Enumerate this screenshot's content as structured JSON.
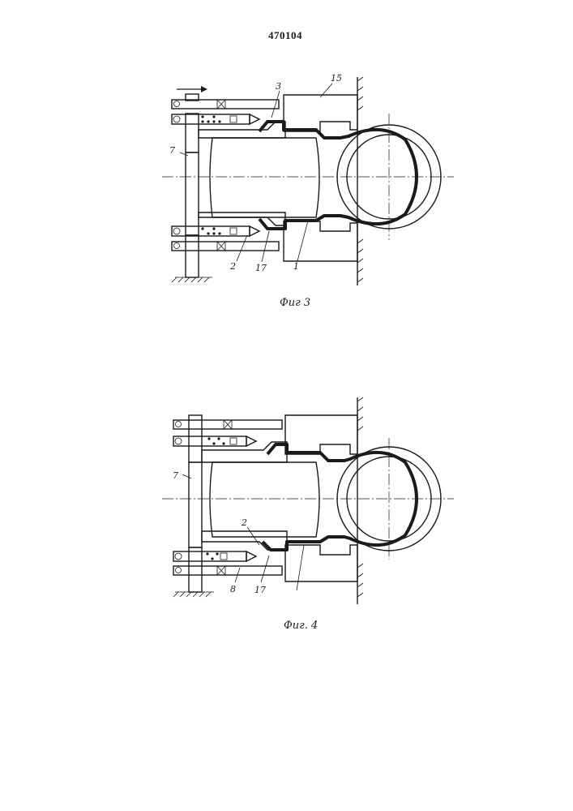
{
  "document": {
    "patent_number": "470104"
  },
  "figure3": {
    "caption": "Фиг 3",
    "labels": {
      "l3": "3",
      "l15": "15",
      "l7": "7",
      "l2": "2",
      "l17": "17",
      "l1": "1"
    }
  },
  "figure4": {
    "caption": "Фиг. 4",
    "labels": {
      "l7": "7",
      "l2": "2",
      "l8": "8",
      "l17": "17"
    }
  }
}
